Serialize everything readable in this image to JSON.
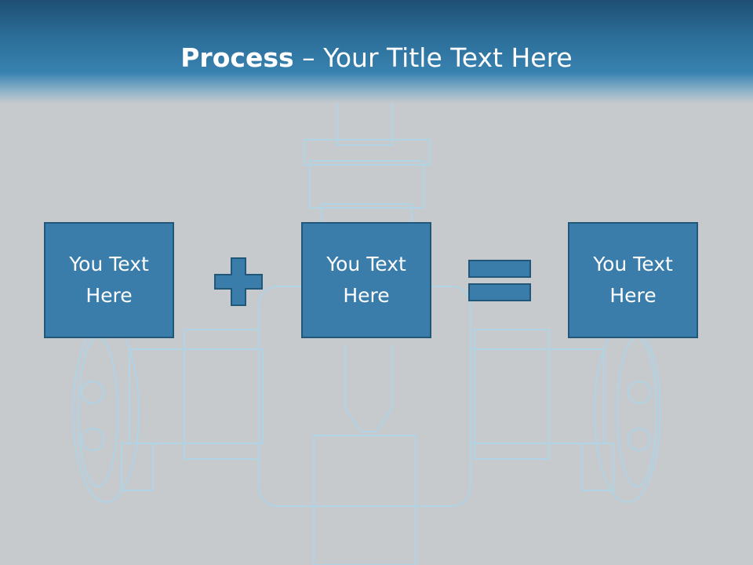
{
  "slide": {
    "title_bold": "Process",
    "title_rest": " – Your Title Text Here"
  },
  "boxes": [
    {
      "text": "You Text Here"
    },
    {
      "text": "You Text Here"
    },
    {
      "text": "You Text Here"
    }
  ],
  "operators": [
    "plus",
    "equals"
  ],
  "colors": {
    "header": "#2b6d98",
    "box_fill": "#3a7dab",
    "box_border": "#215779",
    "background": "#c6cacd"
  }
}
